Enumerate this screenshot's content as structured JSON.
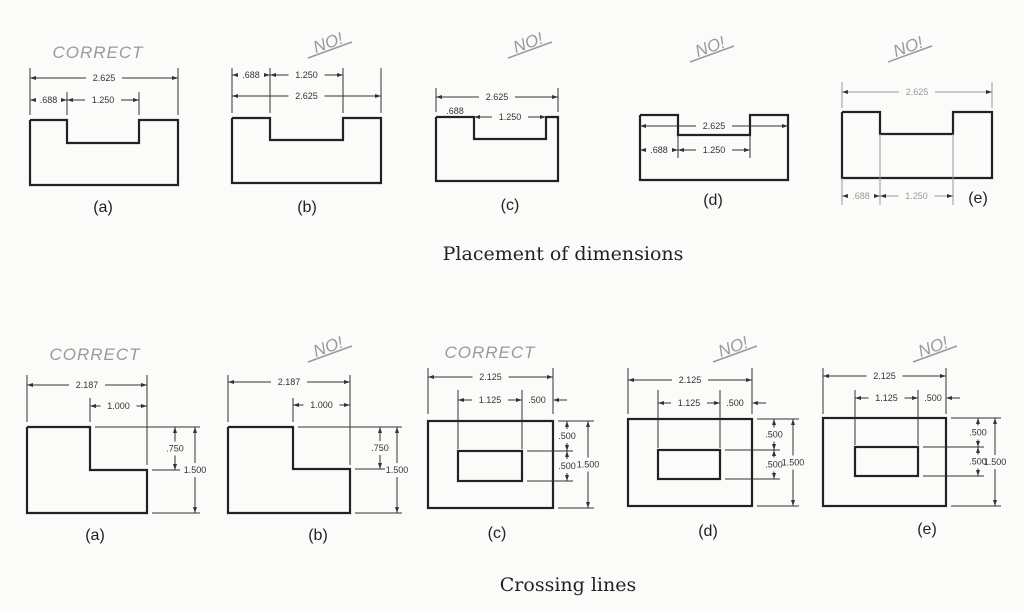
{
  "placement": {
    "caption": "Placement of dimensions",
    "figures": [
      {
        "label": "(a)",
        "verdict": "CORRECT",
        "overall": "2.625",
        "left": ".688",
        "notch": "1.250"
      },
      {
        "label": "(b)",
        "verdict": "NO!",
        "overall": "2.625",
        "left": ".688",
        "notch": "1.250"
      },
      {
        "label": "(c)",
        "verdict": "NO!",
        "overall": "2.625",
        "left": ".688",
        "notch": "1.250"
      },
      {
        "label": "(d)",
        "verdict": "NO!",
        "overall": "2.625",
        "left": ".688",
        "notch": "1.250"
      },
      {
        "label": "(e)",
        "verdict": "NO!",
        "overall": "2.625",
        "left": ".688",
        "notch": "1.250"
      }
    ]
  },
  "crossing": {
    "caption": "Crossing lines",
    "figures": [
      {
        "label": "(a)",
        "verdict": "CORRECT",
        "overall": "2.187",
        "top": "1.000",
        "step": ".750",
        "height": "1.500"
      },
      {
        "label": "(b)",
        "verdict": "NO!",
        "overall": "2.187",
        "top": "1.000",
        "step": ".750",
        "height": "1.500"
      },
      {
        "label": "(c)",
        "verdict": "CORRECT",
        "overall": "2.125",
        "inner": "1.125",
        "gap": ".500",
        "v1": ".500",
        "v2": ".500",
        "height": "1.500"
      },
      {
        "label": "(d)",
        "verdict": "NO!",
        "overall": "2.125",
        "inner": "1.125",
        "gap": ".500",
        "v1": ".500",
        "v2": ".500",
        "height": "1.500"
      },
      {
        "label": "(e)",
        "verdict": "NO!",
        "overall": "2.125",
        "inner": "1.125",
        "gap": ".500",
        "v1": ".500",
        "v2": ".500",
        "height": "1.500"
      }
    ]
  },
  "colors": {
    "line": "#222222",
    "dim": "#333333",
    "note": "#9a9a9a"
  }
}
